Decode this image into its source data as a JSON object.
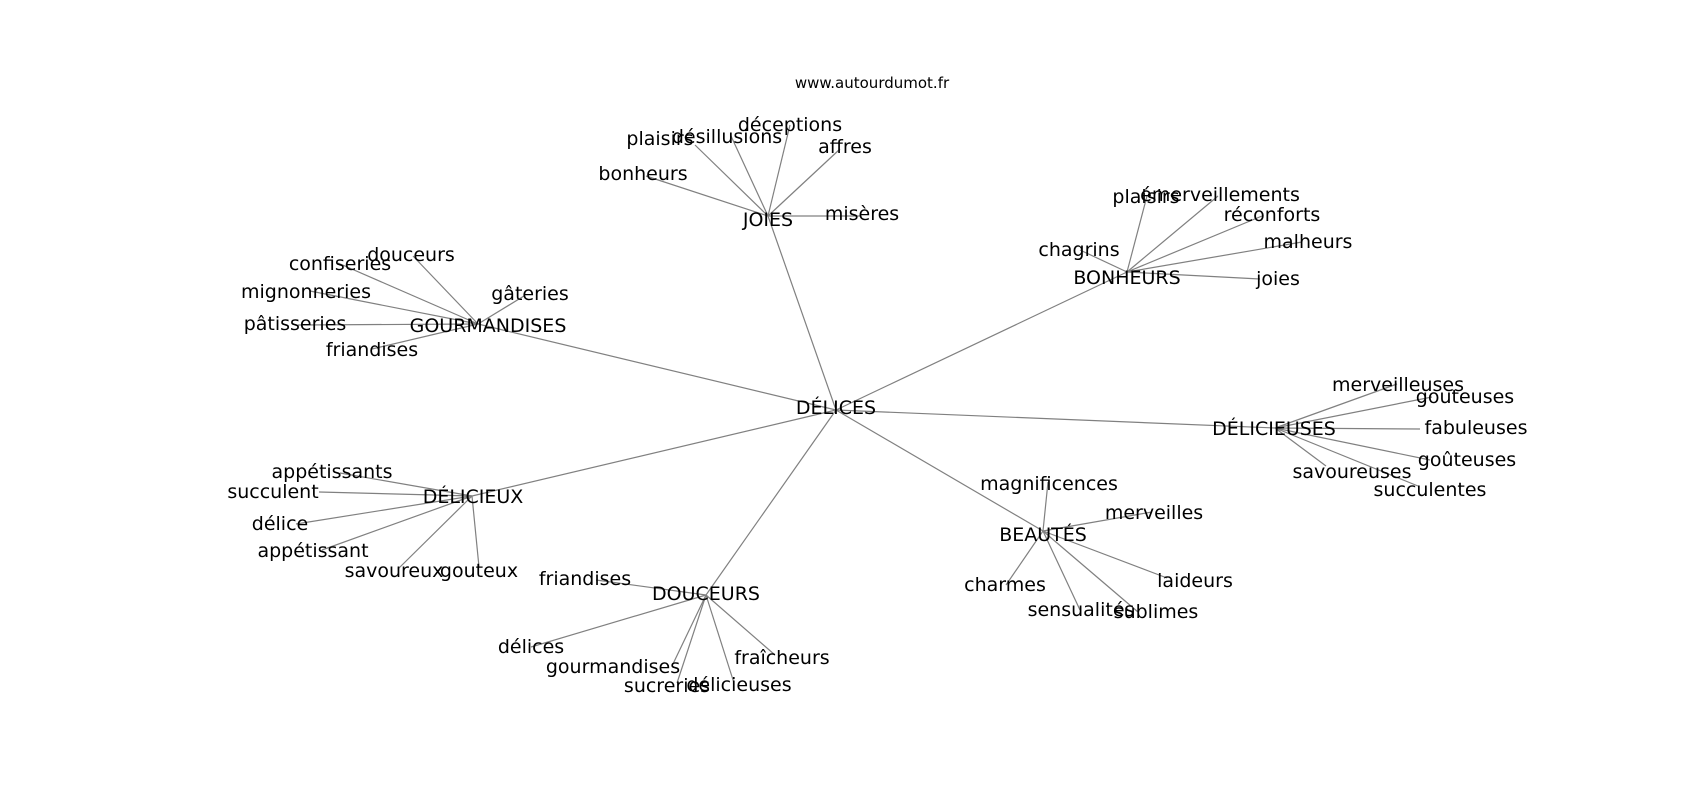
{
  "watermark": "www.autourdumot.fr",
  "graph": {
    "root": "DÉLICES",
    "clusters": [
      {
        "id": "joies",
        "label": "JOIES",
        "leaves": [
          "plaisirs",
          "désillusions",
          "déceptions",
          "affres",
          "bonheurs",
          "misères"
        ]
      },
      {
        "id": "bonheurs",
        "label": "BONHEURS",
        "leaves": [
          "plaisirs",
          "émerveillements",
          "réconforts",
          "malheurs",
          "chagrins",
          "joies"
        ]
      },
      {
        "id": "gourmandises",
        "label": "GOURMANDISES",
        "leaves": [
          "douceurs",
          "confiseries",
          "mignonneries",
          "gâteries",
          "pâtisseries",
          "friandises"
        ]
      },
      {
        "id": "delicieuses",
        "label": "DÉLICIEUSES",
        "leaves": [
          "merveilleuses",
          "gouteuses",
          "fabuleuses",
          "goûteuses",
          "savoureuses",
          "succulentes"
        ]
      },
      {
        "id": "delicieux",
        "label": "DÉLICIEUX",
        "leaves": [
          "appétissants",
          "succulent",
          "délice",
          "appétissant",
          "savoureux",
          "gouteux"
        ]
      },
      {
        "id": "beautes",
        "label": "BEAUTÉS",
        "leaves": [
          "magnificences",
          "merveilles",
          "charmes",
          "laideurs",
          "sensualités",
          "sublimes"
        ]
      },
      {
        "id": "douceurs",
        "label": "DOUCEURS",
        "leaves": [
          "friandises",
          "délices",
          "gourmandises",
          "fraîcheurs",
          "sucreries",
          "délicieuses"
        ]
      }
    ]
  }
}
